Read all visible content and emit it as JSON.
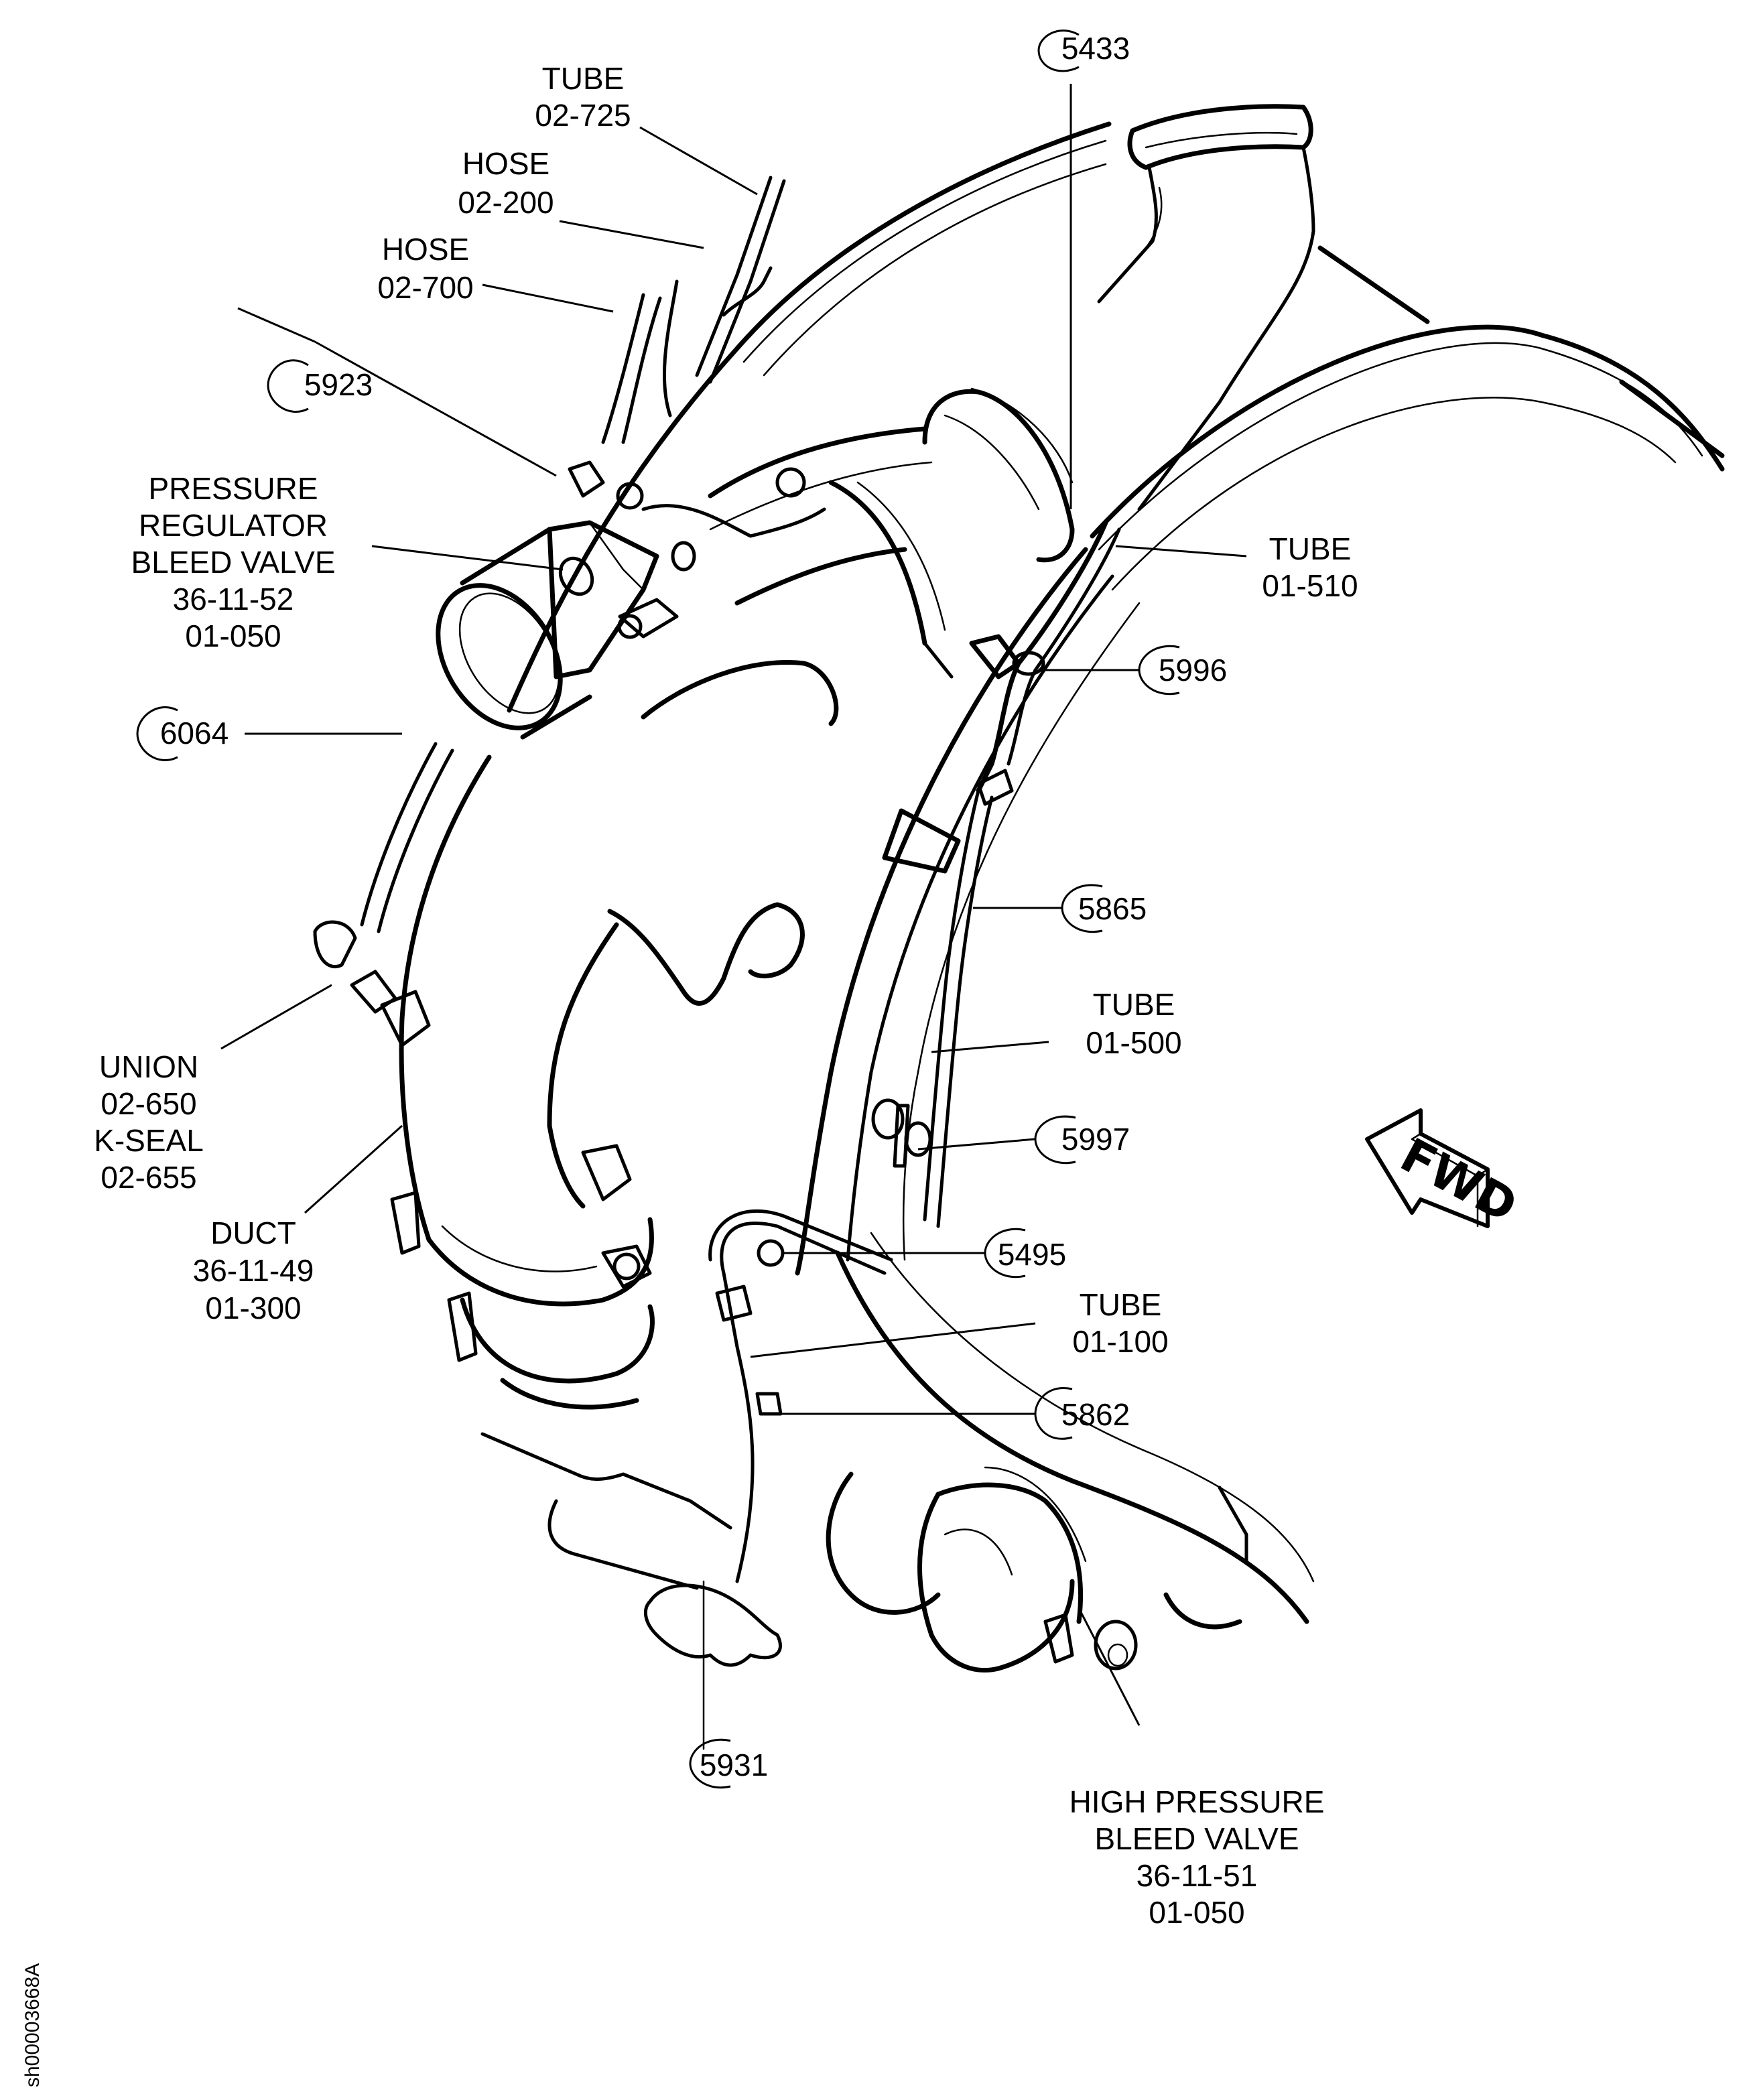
{
  "figure_id": "sh00003668A",
  "direction_indicator": {
    "label": "FWD",
    "icon": "forward-arrow-icon"
  },
  "part_labels": {
    "tube_02_725": [
      "TUBE",
      "02-725"
    ],
    "hose_02_200": [
      "HOSE",
      "02-200"
    ],
    "hose_02_700": [
      "HOSE",
      "02-700"
    ],
    "prsov": [
      "PRESSURE",
      "REGULATOR",
      "BLEED VALVE",
      "36-11-52",
      "01-050"
    ],
    "tube_01_510": [
      "TUBE",
      "01-510"
    ],
    "tube_01_500": [
      "TUBE",
      "01-500"
    ],
    "union_kseal": [
      "UNION",
      "02-650",
      "K-SEAL",
      "02-655"
    ],
    "duct": [
      "DUCT",
      "36-11-49",
      "01-300"
    ],
    "tube_01_100": [
      "TUBE",
      "01-100"
    ],
    "hpsov": [
      "HIGH PRESSURE",
      "BLEED VALVE",
      "36-11-51",
      "01-050"
    ]
  },
  "callouts": {
    "c5433": "5433",
    "c5923": "5923",
    "c6064": "6064",
    "c5996": "5996",
    "c5865": "5865",
    "c5997": "5997",
    "c5495": "5495",
    "c5862": "5862",
    "c5931": "5931"
  }
}
